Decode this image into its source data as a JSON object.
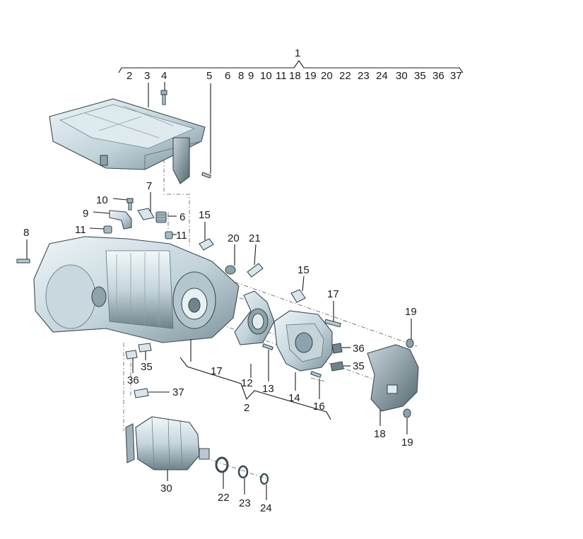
{
  "colors": {
    "part_light": "#e3edf1",
    "part_mid": "#b9cbd3",
    "part_dark": "#6b7f88",
    "edge": "#3b4a52",
    "label": "#1a1a1a"
  },
  "top_label": "1",
  "bracket_labels": [
    "2",
    "3",
    "4",
    "5",
    "6",
    "8",
    "9",
    "10",
    "11",
    "18",
    "19",
    "20",
    "22",
    "23",
    "24",
    "30",
    "35",
    "36",
    "37"
  ],
  "callouts": [
    {
      "id": "p3",
      "text": "3"
    },
    {
      "id": "p4",
      "text": "4"
    },
    {
      "id": "p5",
      "text": "5"
    },
    {
      "id": "p7",
      "text": "7"
    },
    {
      "id": "p10",
      "text": "10"
    },
    {
      "id": "p9",
      "text": "9"
    },
    {
      "id": "p6",
      "text": "6"
    },
    {
      "id": "p11a",
      "text": "11"
    },
    {
      "id": "p11b",
      "text": "11"
    },
    {
      "id": "p8",
      "text": "8"
    },
    {
      "id": "p15a",
      "text": "15"
    },
    {
      "id": "p20",
      "text": "20"
    },
    {
      "id": "p21",
      "text": "21"
    },
    {
      "id": "p15b",
      "text": "15"
    },
    {
      "id": "p17a",
      "text": "17"
    },
    {
      "id": "p19a",
      "text": "19"
    },
    {
      "id": "p36a",
      "text": "36"
    },
    {
      "id": "p35a",
      "text": "35"
    },
    {
      "id": "p17b",
      "text": "17"
    },
    {
      "id": "p12",
      "text": "12"
    },
    {
      "id": "p13",
      "text": "13"
    },
    {
      "id": "p14",
      "text": "14"
    },
    {
      "id": "p16",
      "text": "16"
    },
    {
      "id": "p18",
      "text": "18"
    },
    {
      "id": "p19b",
      "text": "19"
    },
    {
      "id": "p2b",
      "text": "2"
    },
    {
      "id": "p35b",
      "text": "35"
    },
    {
      "id": "p36b",
      "text": "36"
    },
    {
      "id": "p37",
      "text": "37"
    },
    {
      "id": "p30",
      "text": "30"
    },
    {
      "id": "p22",
      "text": "22"
    },
    {
      "id": "p23",
      "text": "23"
    },
    {
      "id": "p24",
      "text": "24"
    }
  ]
}
